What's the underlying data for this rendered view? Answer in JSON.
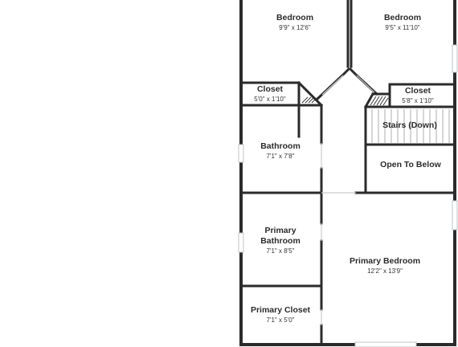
{
  "floorplan": {
    "rooms": [
      {
        "key": "bedroom_left",
        "name_lines": [
          "Bedroom"
        ],
        "dims": "9'9\" x 12'6\""
      },
      {
        "key": "bedroom_right",
        "name_lines": [
          "Bedroom"
        ],
        "dims": "9'5\" x 11'10\""
      },
      {
        "key": "closet_left",
        "name_lines": [
          "Closet"
        ],
        "dims": "5'0\" x 1'10\""
      },
      {
        "key": "closet_right",
        "name_lines": [
          "Closet"
        ],
        "dims": "5'8\" x 1'10\""
      },
      {
        "key": "stairs",
        "name_lines": [
          "Stairs (Down)"
        ],
        "dims": ""
      },
      {
        "key": "bathroom",
        "name_lines": [
          "Bathroom"
        ],
        "dims": "7'1\" x 7'8\""
      },
      {
        "key": "open_to_below",
        "name_lines": [
          "Open To Below"
        ],
        "dims": ""
      },
      {
        "key": "primary_bathroom",
        "name_lines": [
          "Primary",
          "Bathroom"
        ],
        "dims": "7'1\" x 8'5\""
      },
      {
        "key": "primary_bedroom",
        "name_lines": [
          "Primary Bedroom"
        ],
        "dims": "12'2\" x 13'9\""
      },
      {
        "key": "primary_closet",
        "name_lines": [
          "Primary Closet"
        ],
        "dims": "7'1\" x 5'0\""
      }
    ]
  },
  "colors": {
    "wall": "#2b2b2b",
    "text": "#2b2b2b",
    "window": "#bfc3c6",
    "background": "#ffffff"
  }
}
